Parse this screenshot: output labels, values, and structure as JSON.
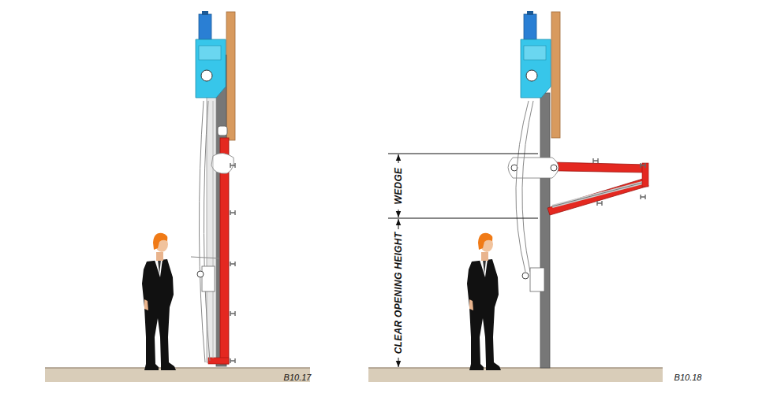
{
  "diagram": {
    "labels": [
      "B10.17",
      "WEDGE",
      "CLEAR OPENING HEIGHT",
      "B10.18"
    ]
  }
}
